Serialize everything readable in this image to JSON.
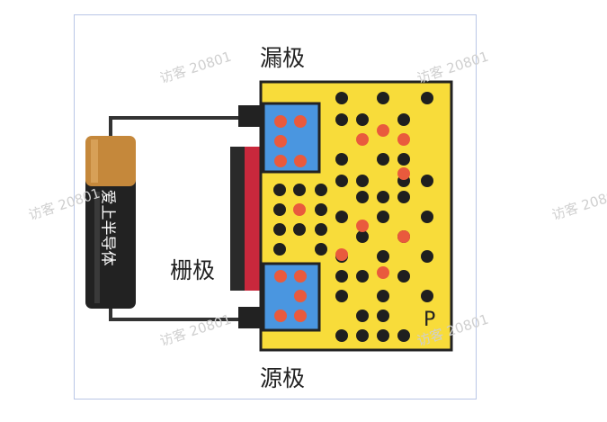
{
  "labels": {
    "drain": "漏极",
    "gate": "栅极",
    "source": "源极",
    "substrate": "P",
    "battery": "爱上半导体"
  },
  "watermark": "访客 20801",
  "colors": {
    "substrate": "#f8dc3a",
    "n_region": "#4a96e0",
    "electron": "#1f1f1f",
    "hole": "#e95a3d",
    "gate_metal": "#2a2a2a",
    "gate_oxide": "#c9283c",
    "wire": "#333333",
    "battery_body": "#222222",
    "battery_cap": "#c5883b"
  }
}
